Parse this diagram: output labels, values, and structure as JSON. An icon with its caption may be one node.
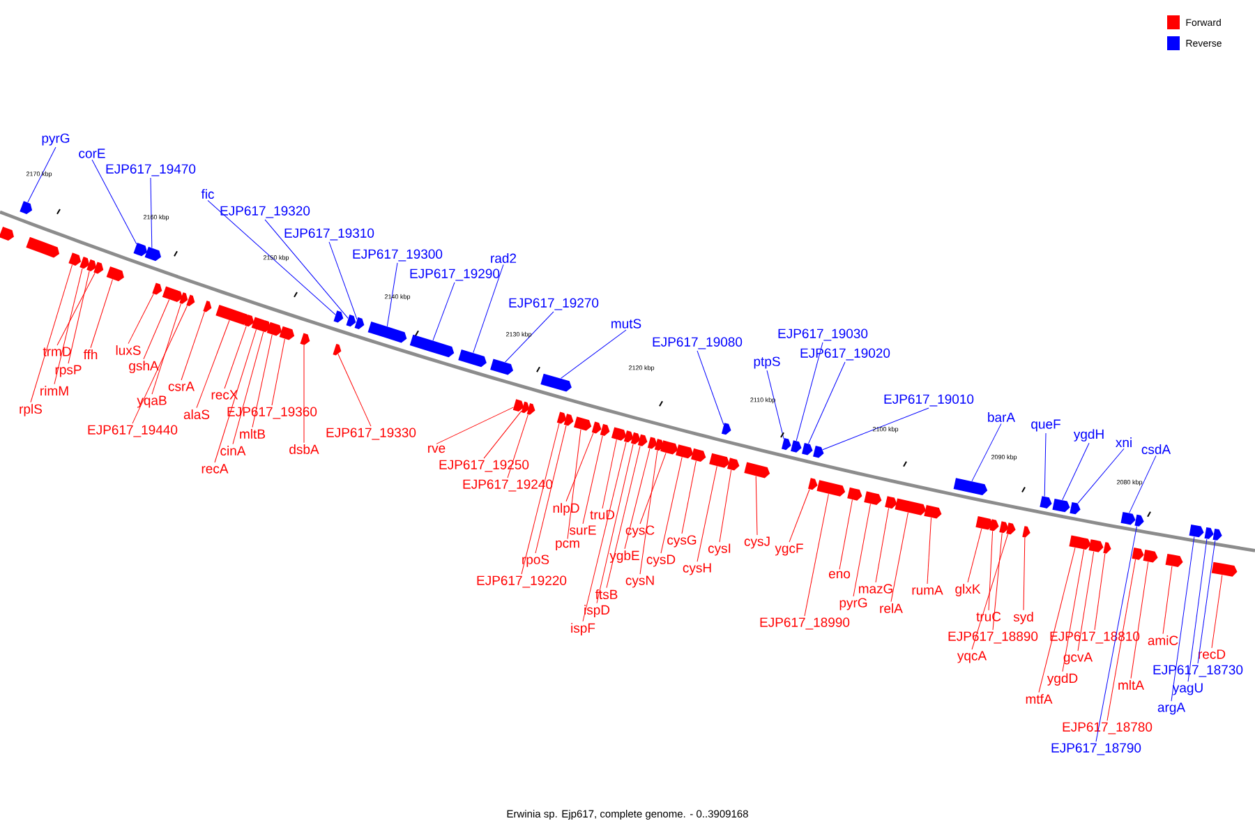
{
  "diagram": {
    "caption": "Erwinia sp. Ejp617, complete genome. - 0..3909168",
    "nodes": [
      {
        "text": [
          "pyrG"
        ]
      },
      {
        "text": [],
        "shape": "arrow"
      },
      {
        "text": [
          "corE"
        ]
      },
      {
        "text": [],
        "shape": "arrow"
      },
      {
        "text": [
          "EJP617_19470"
        ]
      },
      {
        "text": [],
        "shape": "arrow"
      },
      {
        "text": [
          "fic"
        ]
      },
      {
        "text": [],
        "shape": "arrow"
      },
      {
        "text": [
          "EJP617_19320"
        ]
      },
      {
        "text": [],
        "shape": "arrow"
      },
      {
        "text": [
          "EJP617_19310"
        ]
      },
      {
        "text": [],
        "shape": "arrow"
      },
      {
        "text": [
          "EJP617_19300"
        ]
      },
      {
        "text": [],
        "shape": "arrow"
      },
      {
        "text": [
          "EJP617_19290"
        ]
      },
      {
        "text": [],
        "shape": "arrow"
      },
      {
        "text": [
          "rad2"
        ]
      },
      {
        "text": [],
        "shape": "arrow"
      },
      {
        "text": [
          "EJP617_19270"
        ]
      },
      {
        "text": [],
        "shape": "arrow"
      },
      {
        "text": [
          "mutS"
        ]
      },
      {
        "text": [],
        "shape": "arrow"
      },
      {
        "text": [
          "EJP617_19080"
        ]
      },
      {
        "text": [],
        "shape": "arrow"
      },
      {
        "text": [
          "ptpS"
        ]
      },
      {
        "text": [],
        "shape": "arrow"
      },
      {
        "text": [
          "EJP617_19030"
        ]
      },
      {
        "text": [],
        "shape": "arrow"
      },
      {
        "text": [
          "EJP617_19020"
        ]
      },
      {
        "text": [],
        "shape": "arrow"
      },
      {
        "text": [
          "EJP617_19010"
        ]
      },
      {
        "text": [],
        "shape": "arrow"
      },
      {
        "text": [
          "barA"
        ]
      },
      {
        "text": [],
        "shape": "arrow"
      },
      {
        "text": [
          "queF"
        ]
      },
      {
        "text": [],
        "shape": "arrow"
      },
      {
        "text": [
          "ygdH"
        ]
      },
      {
        "text": [],
        "shape": "arrow"
      },
      {
        "text": [
          "xni"
        ]
      },
      {
        "text": [],
        "shape": "arrow"
      },
      {
        "text": [
          "csdA"
        ]
      },
      {
        "text": [],
        "shape": "arrow"
      },
      {
        "text": [
          "EJP617_18790"
        ]
      },
      {
        "text": [],
        "shape": "arrow"
      },
      {
        "text": [
          "argA"
        ]
      },
      {
        "text": [],
        "shape": "arrow"
      },
      {
        "text": [
          "yagU"
        ]
      },
      {
        "text": [],
        "shape": "arrow"
      },
      {
        "text": [
          "EJP617_18730"
        ]
      },
      {
        "text": [],
        "shape": "arrow"
      },
      {
        "text": [
          "rplS"
        ]
      },
      {
        "text": [],
        "shape": "arrow"
      },
      {
        "text": [
          "rimM"
        ]
      },
      {
        "text": [],
        "shape": "arrow"
      },
      {
        "text": [
          "rpsP"
        ]
      },
      {
        "text": [],
        "shape": "arrow"
      },
      {
        "text": [
          "trmD"
        ]
      },
      {
        "text": [],
        "shape": "arrow"
      },
      {
        "text": [
          "ffh"
        ]
      },
      {
        "text": [],
        "shape": "arrow"
      },
      {
        "text": [
          "luxS"
        ]
      },
      {
        "text": [],
        "shape": "arrow"
      },
      {
        "text": [
          "gshA"
        ]
      },
      {
        "text": [],
        "shape": "arrow"
      },
      {
        "text": [
          "yqaB"
        ]
      },
      {
        "text": [],
        "shape": "arrow"
      },
      {
        "text": [
          "EJP617_19440"
        ]
      },
      {
        "text": [],
        "shape": "arrow"
      },
      {
        "text": [
          "csrA"
        ]
      },
      {
        "text": [],
        "shape": "arrow"
      },
      {
        "text": [
          "alaS"
        ]
      },
      {
        "text": [],
        "shape": "arrow"
      },
      {
        "text": [
          "recX"
        ]
      },
      {
        "text": [],
        "shape": "arrow"
      },
      {
        "text": [
          "recA"
        ]
      },
      {
        "text": [],
        "shape": "arrow"
      },
      {
        "text": [
          "cinA"
        ]
      },
      {
        "text": [],
        "shape": "arrow"
      },
      {
        "text": [
          "mltB"
        ]
      },
      {
        "text": [],
        "shape": "arrow"
      },
      {
        "text": [
          "EJP617_19360"
        ]
      },
      {
        "text": [],
        "shape": "arrow"
      },
      {
        "text": [
          "dsbA"
        ]
      },
      {
        "text": [],
        "shape": "arrow"
      },
      {
        "text": [
          "EJP617_19330"
        ]
      },
      {
        "text": [],
        "shape": "arrow"
      },
      {
        "text": [
          "rve"
        ]
      },
      {
        "text": [],
        "shape": "arrow"
      },
      {
        "text": [
          "EJP617_19250"
        ]
      },
      {
        "text": [],
        "shape": "arrow"
      },
      {
        "text": [
          "EJP617_19240"
        ]
      },
      {
        "text": [],
        "shape": "arrow"
      },
      {
        "text": [
          "EJP617_19220"
        ]
      },
      {
        "text": [],
        "shape": "arrow"
      },
      {
        "text": [
          "rpoS"
        ]
      },
      {
        "text": [],
        "shape": "arrow"
      },
      {
        "text": [
          "pcm"
        ]
      },
      {
        "text": [],
        "shape": "arrow"
      },
      {
        "text": [
          "nlpD"
        ]
      },
      {
        "text": [],
        "shape": "arrow"
      },
      {
        "text": [
          "surE"
        ]
      },
      {
        "text": [],
        "shape": "arrow"
      },
      {
        "text": [
          "truD"
        ]
      },
      {
        "text": [],
        "shape": "arrow"
      },
      {
        "text": [
          "ispF"
        ]
      },
      {
        "text": [],
        "shape": "arrow"
      },
      {
        "text": [
          "ispD"
        ]
      },
      {
        "text": [],
        "shape": "arrow"
      },
      {
        "text": [
          "ftsB"
        ]
      },
      {
        "text": [],
        "shape": "arrow"
      },
      {
        "text": [
          "ygbE"
        ]
      },
      {
        "text": [],
        "shape": "arrow"
      },
      {
        "text": [
          "cysN"
        ]
      },
      {
        "text": [],
        "shape": "arrow"
      },
      {
        "text": [
          "cysC"
        ]
      },
      {
        "text": [],
        "shape": "arrow"
      },
      {
        "text": [
          "cysD"
        ]
      },
      {
        "text": [],
        "shape": "arrow"
      },
      {
        "text": [
          "cysG"
        ]
      },
      {
        "text": [],
        "shape": "arrow"
      },
      {
        "text": [
          "cysH"
        ]
      },
      {
        "text": [],
        "shape": "arrow"
      },
      {
        "text": [
          "cysI"
        ]
      },
      {
        "text": [],
        "shape": "arrow"
      },
      {
        "text": [
          "cysJ"
        ]
      },
      {
        "text": [],
        "shape": "arrow"
      },
      {
        "text": [
          "ygcF"
        ]
      },
      {
        "text": [],
        "shape": "arrow"
      },
      {
        "text": [
          "EJP617_18990"
        ]
      },
      {
        "text": [],
        "shape": "arrow"
      },
      {
        "text": [
          "eno"
        ]
      },
      {
        "text": [],
        "shape": "arrow"
      },
      {
        "text": [
          "pyrG"
        ]
      },
      {
        "text": [],
        "shape": "arrow"
      },
      {
        "text": [
          "mazG"
        ]
      },
      {
        "text": [],
        "shape": "arrow"
      },
      {
        "text": [
          "relA"
        ]
      },
      {
        "text": [],
        "shape": "arrow"
      },
      {
        "text": [
          "rumA"
        ]
      },
      {
        "text": [],
        "shape": "arrow"
      },
      {
        "text": [
          "glxK"
        ]
      },
      {
        "text": [],
        "shape": "arrow"
      },
      {
        "text": [
          "truC"
        ]
      },
      {
        "text": [],
        "shape": "arrow"
      },
      {
        "text": [
          "EJP617_18890"
        ]
      },
      {
        "text": [],
        "shape": "arrow"
      },
      {
        "text": [
          "yqcA"
        ]
      },
      {
        "text": [],
        "shape": "arrow"
      },
      {
        "text": [
          "syd"
        ]
      },
      {
        "text": [],
        "shape": "arrow"
      },
      {
        "text": [
          "mtfA"
        ]
      },
      {
        "text": [],
        "shape": "arrow"
      },
      {
        "text": [
          "ygdD"
        ]
      },
      {
        "text": [],
        "shape": "arrow"
      },
      {
        "text": [
          "gcvA"
        ]
      },
      {
        "text": [],
        "shape": "arrow"
      },
      {
        "text": [
          "EJP617_18810"
        ]
      },
      {
        "text": [],
        "shape": "arrow"
      },
      {
        "text": [
          "EJP617_18780"
        ]
      },
      {
        "text": [],
        "shape": "arrow"
      },
      {
        "text": [
          "mltA"
        ]
      },
      {
        "text": [],
        "shape": "arrow"
      },
      {
        "text": [
          "amiC"
        ]
      },
      {
        "text": [],
        "shape": "arrow"
      },
      {
        "text": [
          "recD"
        ]
      },
      {
        "text": [],
        "shape": "arrow"
      },
      {
        "text": [],
        "shape": "arrow"
      },
      {
        "text": [],
        "shape": "arrow"
      }
    ],
    "edges": [
      {
        "from": 0,
        "to": 1,
        "arrow": "none",
        "color": "#0000ff"
      },
      {
        "from": 2,
        "to": 3,
        "arrow": "none",
        "color": "#0000ff"
      },
      {
        "from": 4,
        "to": 5,
        "arrow": "none",
        "color": "#0000ff"
      },
      {
        "from": 6,
        "to": 7,
        "arrow": "none",
        "color": "#0000ff"
      },
      {
        "from": 8,
        "to": 9,
        "arrow": "none",
        "color": "#0000ff"
      },
      {
        "from": 10,
        "to": 11,
        "arrow": "none",
        "color": "#0000ff"
      },
      {
        "from": 12,
        "to": 13,
        "arrow": "none",
        "color": "#0000ff"
      },
      {
        "from": 14,
        "to": 15,
        "arrow": "none",
        "color": "#0000ff"
      },
      {
        "from": 16,
        "to": 17,
        "arrow": "none",
        "color": "#0000ff"
      },
      {
        "from": 18,
        "to": 19,
        "arrow": "none",
        "color": "#0000ff"
      },
      {
        "from": 20,
        "to": 21,
        "arrow": "none",
        "color": "#0000ff"
      },
      {
        "from": 22,
        "to": 23,
        "arrow": "none",
        "color": "#0000ff"
      },
      {
        "from": 24,
        "to": 25,
        "arrow": "none",
        "color": "#0000ff"
      },
      {
        "from": 26,
        "to": 27,
        "arrow": "none",
        "color": "#0000ff"
      },
      {
        "from": 28,
        "to": 29,
        "arrow": "none",
        "color": "#0000ff"
      },
      {
        "from": 30,
        "to": 31,
        "arrow": "none",
        "color": "#0000ff"
      },
      {
        "from": 32,
        "to": 33,
        "arrow": "none",
        "color": "#0000ff"
      },
      {
        "from": 34,
        "to": 35,
        "arrow": "none",
        "color": "#0000ff"
      },
      {
        "from": 36,
        "to": 37,
        "arrow": "none",
        "color": "#0000ff"
      },
      {
        "from": 38,
        "to": 39,
        "arrow": "none",
        "color": "#0000ff"
      },
      {
        "from": 40,
        "to": 41,
        "arrow": "none",
        "color": "#0000ff"
      },
      {
        "from": 42,
        "to": 43,
        "arrow": "none",
        "color": "#0000ff"
      },
      {
        "from": 44,
        "to": 45,
        "arrow": "none",
        "color": "#0000ff"
      },
      {
        "from": 46,
        "to": 47,
        "arrow": "none",
        "color": "#0000ff"
      },
      {
        "from": 48,
        "to": 49,
        "arrow": "none",
        "color": "#0000ff"
      },
      {
        "from": 50,
        "to": 51,
        "arrow": "none"
      },
      {
        "from": 52,
        "to": 53,
        "arrow": "none"
      },
      {
        "from": 54,
        "to": 55,
        "arrow": "none"
      },
      {
        "from": 56,
        "to": 57,
        "arrow": "none"
      },
      {
        "from": 58,
        "to": 59,
        "arrow": "none"
      },
      {
        "from": 60,
        "to": 61,
        "arrow": "none"
      },
      {
        "from": 62,
        "to": 63,
        "arrow": "none"
      },
      {
        "from": 64,
        "to": 65,
        "arrow": "none"
      },
      {
        "from": 66,
        "to": 67,
        "arrow": "none"
      },
      {
        "from": 68,
        "to": 69,
        "arrow": "none"
      },
      {
        "from": 70,
        "to": 71,
        "arrow": "none"
      },
      {
        "from": 72,
        "to": 73,
        "arrow": "none"
      },
      {
        "from": 74,
        "to": 75,
        "arrow": "none"
      },
      {
        "from": 76,
        "to": 77,
        "arrow": "none"
      },
      {
        "from": 78,
        "to": 79,
        "arrow": "none"
      },
      {
        "from": 80,
        "to": 81,
        "arrow": "none"
      },
      {
        "from": 82,
        "to": 83,
        "arrow": "none"
      },
      {
        "from": 84,
        "to": 85,
        "arrow": "none"
      },
      {
        "from": 86,
        "to": 87,
        "arrow": "none"
      },
      {
        "from": 88,
        "to": 89,
        "arrow": "none"
      },
      {
        "from": 90,
        "to": 91,
        "arrow": "none"
      },
      {
        "from": 92,
        "to": 93,
        "arrow": "none"
      },
      {
        "from": 94,
        "to": 95,
        "arrow": "none"
      },
      {
        "from": 96,
        "to": 97,
        "arrow": "none"
      },
      {
        "from": 98,
        "to": 99,
        "arrow": "none"
      },
      {
        "from": 100,
        "to": 101,
        "arrow": "none"
      },
      {
        "from": 102,
        "to": 103,
        "arrow": "none"
      },
      {
        "from": 104,
        "to": 105,
        "arrow": "none"
      },
      {
        "from": 106,
        "to": 107,
        "arrow": "none"
      },
      {
        "from": 108,
        "to": 109,
        "arrow": "none"
      },
      {
        "from": 110,
        "to": 111,
        "arrow": "none"
      },
      {
        "from": 112,
        "to": 113,
        "arrow": "none"
      },
      {
        "from": 114,
        "to": 115,
        "arrow": "none"
      },
      {
        "from": 116,
        "to": 117,
        "arrow": "none"
      },
      {
        "from": 118,
        "to": 119,
        "arrow": "none"
      },
      {
        "from": 120,
        "to": 121,
        "arrow": "none"
      },
      {
        "from": 122,
        "to": 123,
        "arrow": "none"
      },
      {
        "from": 124,
        "to": 125,
        "arrow": "none"
      },
      {
        "from": 126,
        "to": 127,
        "arrow": "none"
      },
      {
        "from": 128,
        "to": 129,
        "arrow": "none"
      },
      {
        "from": 130,
        "to": 131,
        "arrow": "none"
      },
      {
        "from": 132,
        "to": 133,
        "arrow": "none"
      },
      {
        "from": 134,
        "to": 135,
        "arrow": "none"
      },
      {
        "from": 136,
        "to": 137,
        "arrow": "none"
      },
      {
        "from": 138,
        "to": 139,
        "arrow": "none"
      },
      {
        "from": 140,
        "to": 141,
        "arrow": "none"
      },
      {
        "from": 142,
        "to": 143,
        "arrow": "none"
      },
      {
        "from": 144,
        "to": 145,
        "arrow": "none"
      },
      {
        "from": 146,
        "to": 147,
        "arrow": "none"
      },
      {
        "from": 148,
        "to": 149,
        "arrow": "none"
      },
      {
        "from": 150,
        "to": 151,
        "arrow": "none"
      },
      {
        "from": 152,
        "to": 153,
        "arrow": "none"
      },
      {
        "from": 154,
        "to": 155,
        "arrow": "none"
      },
      {
        "from": 156,
        "to": 157,
        "arrow": "none"
      },
      {
        "from": 158,
        "to": 159,
        "arrow": "none"
      },
      {
        "from": 160,
        "to": 161,
        "arrow": "none"
      },
      {
        "from": 162,
        "to": 163,
        "arrow": "none"
      },
      {
        "from": 164,
        "to": 165,
        "arrow": "none"
      }
    ],
    "labels": [
      "2170 kbp",
      "2160 kbp",
      "2150 kbp",
      "2140 kbp",
      "2130 kbp",
      "2120 kbp",
      "2110 kbp",
      "2100 kbp",
      "2090 kbp",
      "2080 kbp"
    ],
    "legend": [
      {
        "text": "Forward",
        "color": "#ff0000"
      },
      {
        "text": "Reverse",
        "color": "#0000ff"
      }
    ]
  }
}
